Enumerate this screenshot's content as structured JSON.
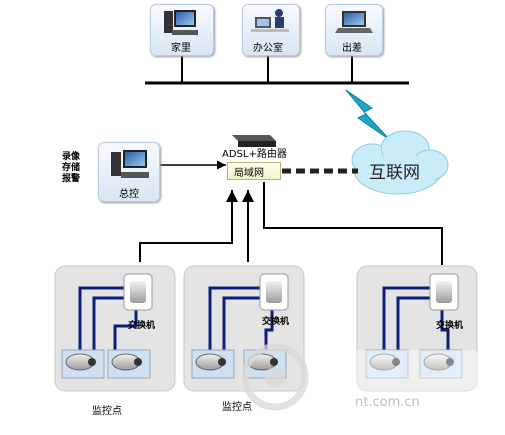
{
  "top": {
    "home_label": "家里",
    "office_label": "办公室",
    "travel_label": "出差"
  },
  "center": {
    "router_label": "ADSL+路由器",
    "lan_label": "局域网",
    "internet_label": "互联网"
  },
  "control": {
    "side_lines": [
      "录像",
      "存储",
      "报警"
    ],
    "label": "总控"
  },
  "zones": [
    {
      "switch_label": "交换机",
      "site_label": "监控点"
    },
    {
      "switch_label": "交换机",
      "site_label": "监控点"
    },
    {
      "switch_label": "交换机",
      "site_label": ""
    }
  ],
  "watermark": "nt.com.cn",
  "colors": {
    "bus": "#000000",
    "cable_blue": "#0b1f7a",
    "lightning": "#1aa8c8",
    "cloud": "#c9ecf8",
    "dash": "#222222"
  }
}
